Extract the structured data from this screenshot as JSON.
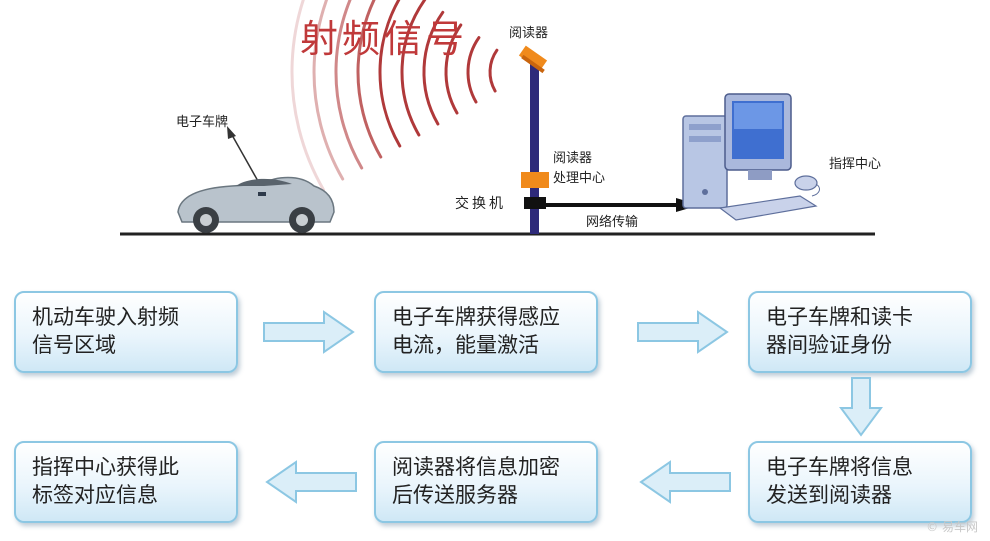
{
  "scene": {
    "title": "射频信号",
    "label_reader_top": "阅读器",
    "label_plate": "电子车牌",
    "label_reader_center_line1": "阅读器",
    "label_reader_center_line2": "处理中心",
    "label_switch": "交换机",
    "label_network": "网络传输",
    "label_command": "指挥中心"
  },
  "flow": {
    "steps": [
      {
        "line1": "机动车驶入射频",
        "line2": "信号区域"
      },
      {
        "line1": "电子车牌获得感应",
        "line2": "电流，能量激活"
      },
      {
        "line1": "电子车牌和读卡",
        "line2": "器间验证身份"
      },
      {
        "line1": "电子车牌将信息",
        "line2": "发送到阅读器"
      },
      {
        "line1": "阅读器将信息加密",
        "line2": "后传送服务器"
      },
      {
        "line1": "指挥中心获得此",
        "line2": "标签对应信息"
      }
    ]
  },
  "watermark": "© 易车网",
  "colors": {
    "signal": "#b0393a",
    "pole": "#2e2a7a",
    "reader": "#f08a1c",
    "box_border": "#8cc7e3",
    "arrow_fill": "#dbeef8",
    "arrow_stroke": "#8cc7e3"
  }
}
